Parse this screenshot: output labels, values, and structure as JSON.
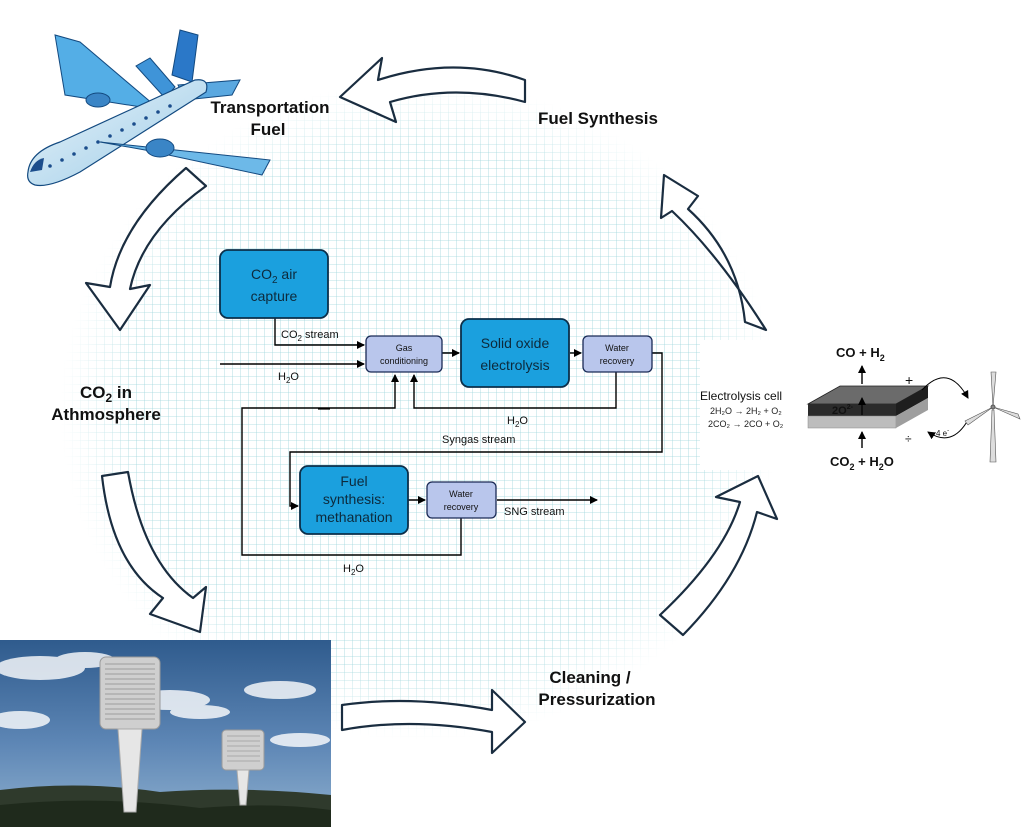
{
  "cycle_labels": {
    "transport_line1": "Transportation",
    "transport_line2": "Fuel",
    "fuel_synthesis": "Fuel Synthesis",
    "co2_atm_prefix": "CO",
    "co2_atm_sub": "2",
    "co2_atm_suffix": " in",
    "co2_atm_line2": "Athmosphere",
    "cleaning_line1": "Cleaning /",
    "cleaning_line2": "Pressurization"
  },
  "process": {
    "co2_capture": {
      "prefix": "CO",
      "sub": "2",
      "suffix": " air",
      "line2": "capture"
    },
    "co2_stream": {
      "prefix": "CO",
      "sub": "2",
      "suffix": " stream"
    },
    "h2o_in": {
      "prefix": "H",
      "sub": "2",
      "suffix": "O"
    },
    "gas_conditioning": {
      "line1": "Gas",
      "line2": "conditioning"
    },
    "soec": {
      "line1": "Solid oxide",
      "line2": "electrolysis"
    },
    "water_recovery_1": {
      "line1": "Water",
      "line2": "recovery"
    },
    "h2o_return_1": {
      "prefix": "H",
      "sub": "2",
      "suffix": "O"
    },
    "syngas_stream": "Syngas stream",
    "fuel_synthesis": {
      "line1": "Fuel",
      "line2": "synthesis:",
      "line3": "methanation"
    },
    "water_recovery_2": {
      "line1": "Water",
      "line2": "recovery"
    },
    "sng_stream": "SNG stream",
    "h2o_return_2": {
      "prefix": "H",
      "sub": "2",
      "suffix": "O"
    }
  },
  "electrolysis_cell": {
    "title": "Electrolysis cell",
    "reaction1": "2H₂O → 2H₂ + O₂",
    "reaction2": "2CO₂ → 2CO + O₂",
    "products_prefix": "CO + H",
    "products_sub": "2",
    "reactants_p1": "CO",
    "reactants_sub1": "2",
    "reactants_p2": " + H",
    "reactants_sub2": "2",
    "reactants_p3": "O",
    "ion_label": "2O",
    "ion_sup": "2-",
    "plus": "+",
    "minus": "÷",
    "electrons": "4 e",
    "electrons_sup": "-"
  },
  "colors": {
    "process_box": "#1ba0de",
    "small_box": "#b9c6ec",
    "grid": "#9fd6dc",
    "arrow_outline": "#1a2d40",
    "line": "#000000"
  }
}
